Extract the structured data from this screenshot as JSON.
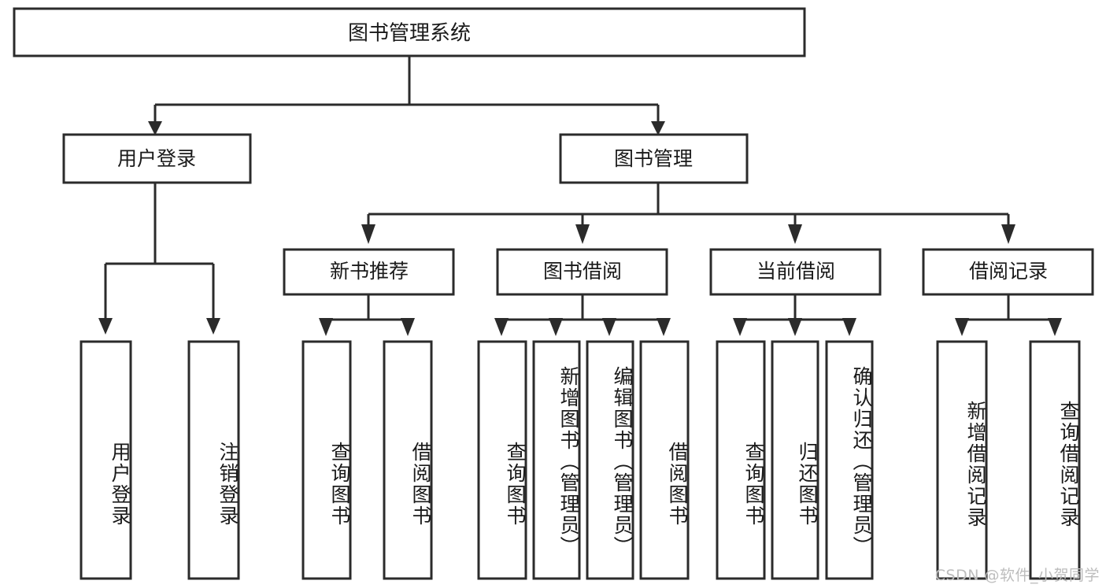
{
  "diagram": {
    "title": "图书管理系统",
    "type": "tree-hierarchy-chart",
    "watermark": "CSDN @软件_小贺同学",
    "colors": {
      "background": "#ffffff",
      "box_fill": "#ffffff",
      "box_stroke": "#2b2b2b",
      "text": "#1a1a1a",
      "watermark": "#bdbdbd"
    },
    "root": {
      "label": "图书管理系统"
    },
    "level2": [
      {
        "label": "用户登录"
      },
      {
        "label": "图书管理"
      }
    ],
    "level3": [
      {
        "label": "新书推荐"
      },
      {
        "label": "图书借阅"
      },
      {
        "label": "当前借阅"
      },
      {
        "label": "借阅记录"
      }
    ],
    "leaves": {
      "user_login": [
        {
          "label": "用户登录"
        },
        {
          "label": "注销登录"
        }
      ],
      "new_book_recommend": [
        {
          "label": "查询图书"
        },
        {
          "label": "借阅图书"
        }
      ],
      "book_borrow": [
        {
          "label": "查询图书"
        },
        {
          "label": "新增图书（管理员）"
        },
        {
          "label": "编辑图书（管理员）"
        },
        {
          "label": "借阅图书"
        }
      ],
      "current_borrow": [
        {
          "label": "查询图书"
        },
        {
          "label": "归还图书"
        },
        {
          "label": "确认归还（管理员）"
        }
      ],
      "borrow_record": [
        {
          "label": "新增借阅记录"
        },
        {
          "label": "查询借阅记录"
        }
      ]
    }
  }
}
